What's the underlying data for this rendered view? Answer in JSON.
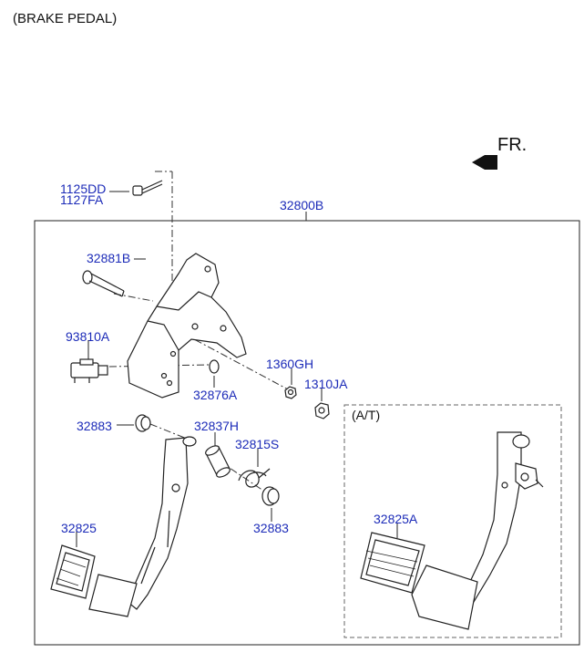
{
  "title": "(BRAKE PEDAL)",
  "direction_label": "FR.",
  "variant_label": "(A/T)",
  "part_labels": {
    "p1125DD": "1125DD",
    "p1127FA": "1127FA",
    "p32800B": "32800B",
    "p32881B": "32881B",
    "p93810A": "93810A",
    "p1360GH": "1360GH",
    "p1310JA": "1310JA",
    "p32876A": "32876A",
    "p32883_top": "32883",
    "p32837H": "32837H",
    "p32815S": "32815S",
    "p32883_bottom": "32883",
    "p32825": "32825",
    "p32825A": "32825A"
  },
  "colors": {
    "part_number": "#1c2bb8",
    "line": "#222222",
    "background": "#ffffff"
  }
}
